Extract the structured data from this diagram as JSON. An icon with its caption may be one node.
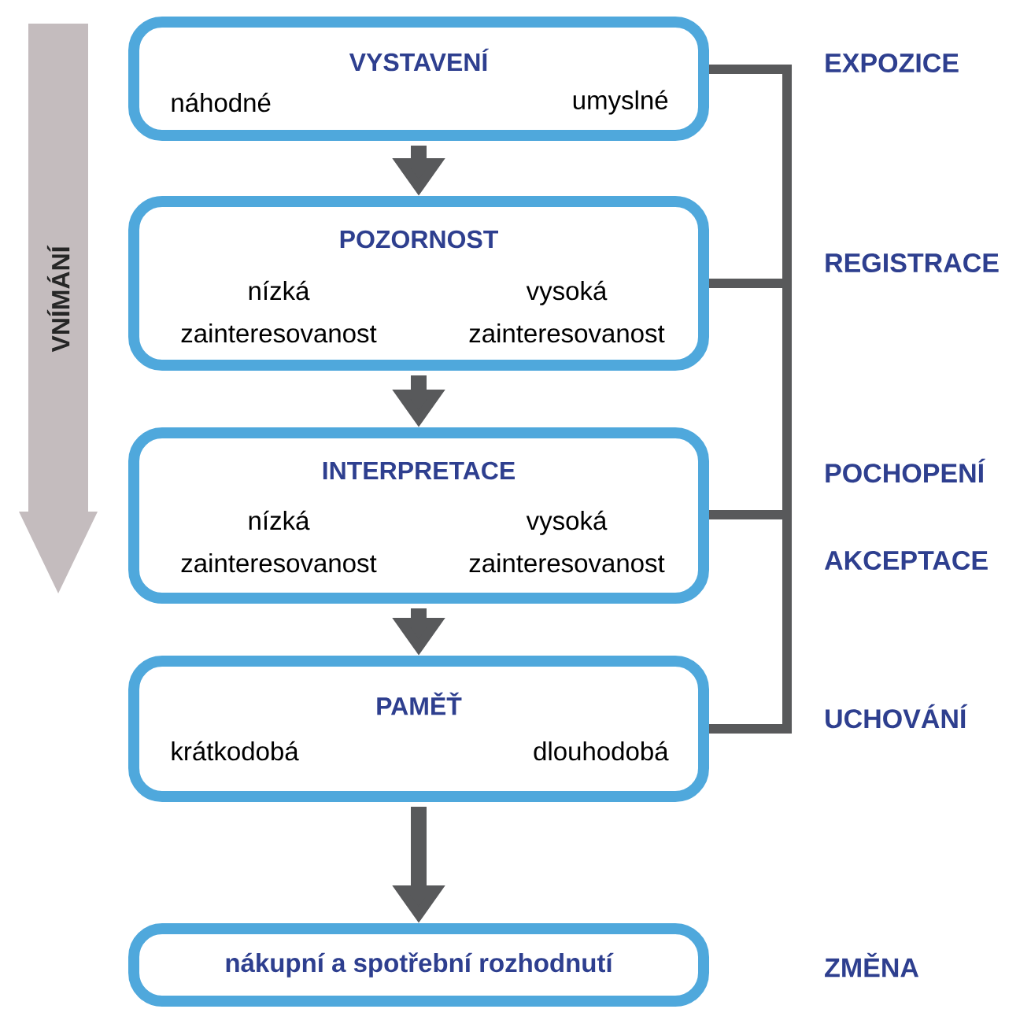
{
  "diagram": {
    "nodes": [
      {
        "text": [
          "VYSTAVENÍ",
          "náhodné",
          "umyslné"
        ]
      },
      {
        "text": [
          "POZORNOST",
          "nízká zainteresovanost",
          "vysoká zainteresovanost"
        ]
      },
      {
        "text": [
          "INTERPRETACE",
          "nízká zainteresovanost",
          "vysoká zainteresovanost"
        ]
      },
      {
        "text": [
          "PAMĚŤ",
          "krátkodobá",
          "dlouhodobá"
        ]
      },
      {
        "text": [
          "nákupní a spotřební rozhodnutí"
        ]
      }
    ],
    "edges": [
      {
        "from": 0,
        "to": 1,
        "arrow": "to"
      },
      {
        "from": 1,
        "to": 2,
        "arrow": "to"
      },
      {
        "from": 2,
        "to": 3,
        "arrow": "to"
      },
      {
        "from": 3,
        "to": 4,
        "arrow": "to"
      }
    ],
    "labels": [
      "EXPOZICE",
      "REGISTRACE",
      "VNÍMÁNÍ",
      "POCHOPENÍ",
      "AKCEPTACE",
      "UCHOVÁNÍ",
      "ZMĚNA"
    ]
  }
}
